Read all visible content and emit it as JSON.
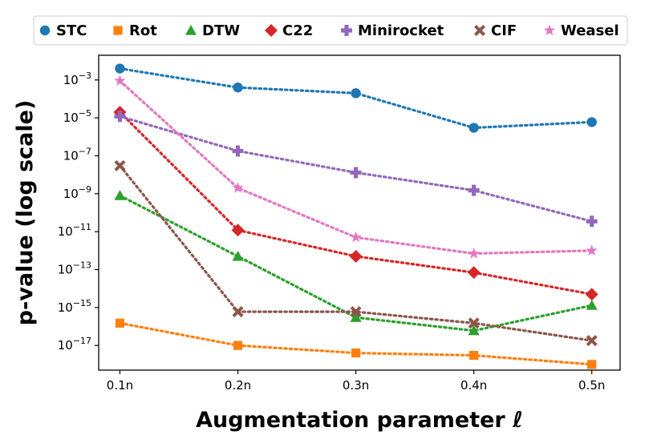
{
  "chart_data": {
    "type": "line",
    "xlabel": "Augmentation parameter ℓ",
    "ylabel": "p-value (log scale)",
    "yscale": "log",
    "categories": [
      "0.1n",
      "0.2n",
      "0.3n",
      "0.4n",
      "0.5n"
    ],
    "x": [
      0.1,
      0.2,
      0.3,
      0.4,
      0.5
    ],
    "xlim": [
      0.082,
      0.524
    ],
    "ylim": [
      5e-19,
      0.02
    ],
    "yticks": [
      {
        "value": 0.001,
        "label": "10",
        "exp": "−3"
      },
      {
        "value": 1e-05,
        "label": "10",
        "exp": "−5"
      },
      {
        "value": 1e-07,
        "label": "10",
        "exp": "−7"
      },
      {
        "value": 1e-09,
        "label": "10",
        "exp": "−9"
      },
      {
        "value": 1e-11,
        "label": "10",
        "exp": "−11"
      },
      {
        "value": 1e-13,
        "label": "10",
        "exp": "−13"
      },
      {
        "value": 1e-15,
        "label": "10",
        "exp": "−15"
      },
      {
        "value": 1e-17,
        "label": "10",
        "exp": "−17"
      }
    ],
    "grid": false,
    "legend_position": "top",
    "series": [
      {
        "name": "STC",
        "color": "#1f77b4",
        "marker": "circle",
        "values": [
          0.004,
          0.0004,
          0.0002,
          3e-06,
          6e-06
        ]
      },
      {
        "name": "Rot",
        "color": "#ff7f0e",
        "marker": "square",
        "values": [
          1.5e-16,
          1e-17,
          4e-18,
          3e-18,
          1e-18
        ]
      },
      {
        "name": "DTW",
        "color": "#2ca02c",
        "marker": "triangle",
        "values": [
          8e-10,
          5e-13,
          3e-16,
          6e-17,
          1.3e-15
        ]
      },
      {
        "name": "C22",
        "color": "#d62728",
        "marker": "diamond",
        "values": [
          2e-05,
          1.2e-11,
          5e-13,
          7e-14,
          5e-15
        ]
      },
      {
        "name": "Minirocket",
        "color": "#9467bd",
        "marker": "plus",
        "values": [
          1.2e-05,
          1.8e-07,
          1.3e-08,
          1.5e-09,
          3.5e-11
        ]
      },
      {
        "name": "CIF",
        "color": "#8c564b",
        "marker": "x",
        "values": [
          3e-08,
          6e-16,
          6e-16,
          1.5e-16,
          1.8e-17
        ]
      },
      {
        "name": "Weasel",
        "color": "#e377c2",
        "marker": "star",
        "values": [
          0.0009,
          2e-09,
          5e-12,
          7e-13,
          1e-12
        ]
      }
    ]
  }
}
